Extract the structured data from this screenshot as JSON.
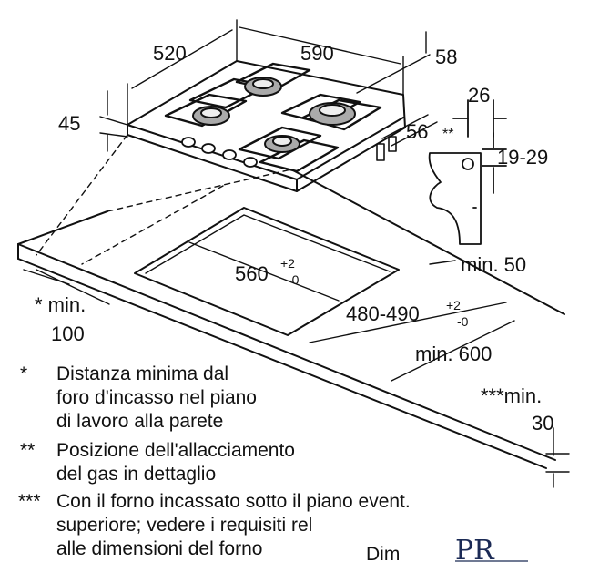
{
  "dimensions": {
    "width": "520",
    "depth": "590",
    "height": "45",
    "top_right_a": "58",
    "top_right_b": "56",
    "gas_width": "26",
    "gas_marker": "**",
    "gas_range": "19-29",
    "min50": "min. 50",
    "cut_width": "560",
    "cut_width_tol_plus": "+2",
    "cut_width_tol_minus": "-0",
    "cut_depth": "480-490",
    "cut_depth_tol_plus": "+2",
    "cut_depth_tol_minus": "-0",
    "min600": "min. 600",
    "wall_min_label": "* min.",
    "wall_min_value": "100",
    "oven_min_label": "***min.",
    "oven_min_value": "30"
  },
  "notes": [
    {
      "mark": "*",
      "lines": [
        "Distanza minima dal",
        "foro d'incasso nel piano",
        "di lavoro alla parete"
      ]
    },
    {
      "mark": "**",
      "lines": [
        "Posizione dell'allacciamento",
        "del gas in dettaglio"
      ]
    },
    {
      "mark": "***",
      "lines": [
        "Con il forno incassato sotto il piano event.",
        "superiore; vedere i requisiti rel",
        "alle dimensioni del forno"
      ]
    }
  ],
  "truncated_text": "Dim",
  "logo_text": "PR",
  "colors": {
    "ink": "#111111",
    "background": "#ffffff"
  }
}
